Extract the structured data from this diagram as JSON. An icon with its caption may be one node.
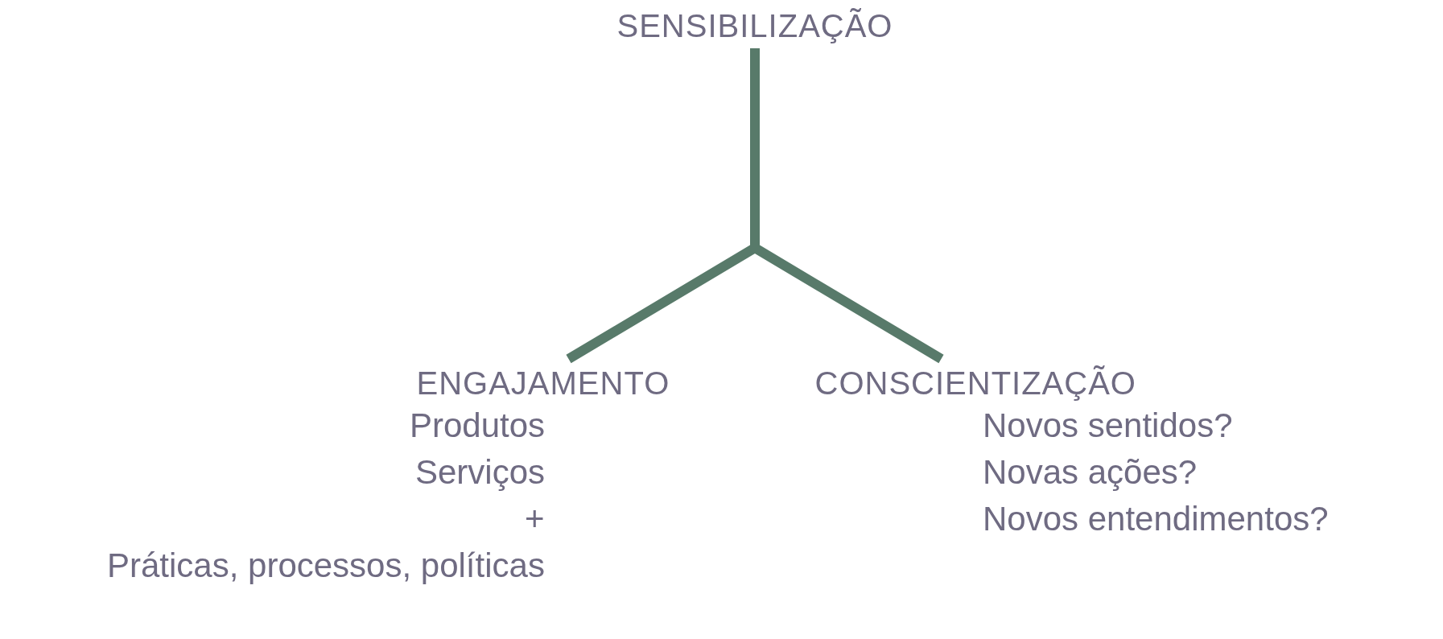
{
  "diagram": {
    "nodes": [
      {
        "text": [
          "SENSIBILIZAÇÃO"
        ]
      },
      {
        "text": [
          "ENGAJAMENTO"
        ],
        "beside": [
          "Produtos",
          "Serviços",
          "+",
          "Práticas, processos, políticas"
        ]
      },
      {
        "text": [
          "CONSCIENTIZAÇÃO"
        ],
        "beside": [
          "Novos sentidos?",
          "Novas ações?",
          "Novos entendimentos?"
        ]
      }
    ],
    "edges": [
      {
        "from": 0,
        "to": 1,
        "arrow": "none"
      },
      {
        "from": 0,
        "to": 2,
        "arrow": "none"
      }
    ]
  }
}
